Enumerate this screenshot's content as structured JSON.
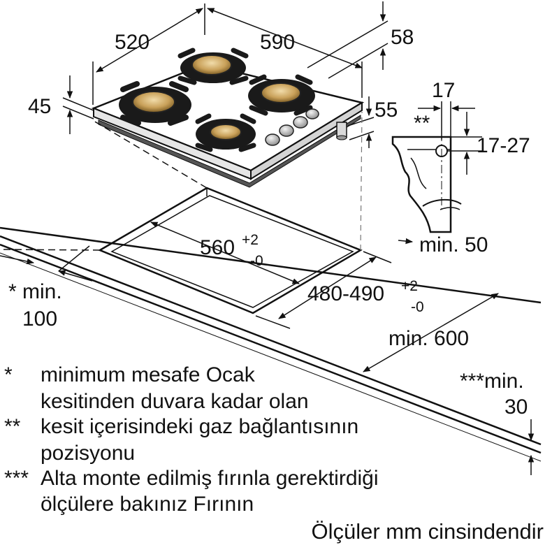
{
  "diagram": {
    "dimensions": {
      "d520": "520",
      "d590": "590",
      "d58": "58",
      "d45": "45",
      "d55": "55",
      "d17": "17",
      "d1727": "17-27",
      "d560": "560",
      "d560_tol_plus": "+2",
      "d560_tol_minus": "-0",
      "d480": "480-490",
      "d480_tol_plus": "+2",
      "d480_tol_minus": "-0",
      "min50": "min. 50",
      "min600": "min. 600",
      "min100_mark": "*",
      "min100_a": "min.",
      "min100_b": "100",
      "min30_a": "***min.",
      "min30_b": "30",
      "gas_mark": "**"
    },
    "colors": {
      "line": "#111111",
      "burner": "#c9a15a",
      "grate": "#1a1a1a",
      "knob": "#bdbdbd"
    }
  },
  "notes": [
    {
      "mark": "*",
      "lines": [
        "minimum mesafe Ocak",
        "kesitinden duvara kadar olan"
      ]
    },
    {
      "mark": "**",
      "lines": [
        "kesit içerisindeki gaz bağlantısının",
        "pozisyonu"
      ]
    },
    {
      "mark": "***",
      "lines": [
        "Alta monte edilmiş fırınla gerektirdiği",
        "ölçülere bakınız Fırının"
      ]
    }
  ],
  "footer": {
    "units": "Ölçüler mm cinsindendir"
  }
}
